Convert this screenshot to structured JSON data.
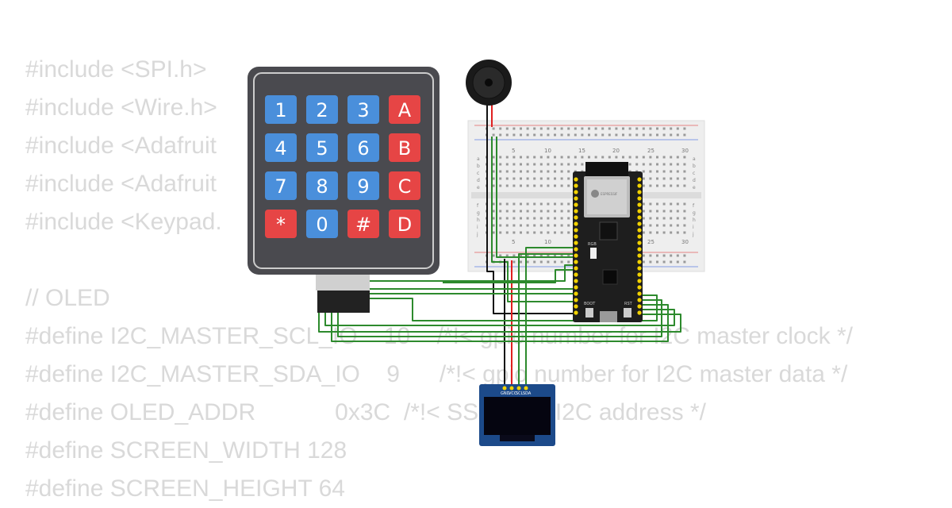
{
  "code_lines": [
    "#include <SPI.h>",
    "#include <Wire.h>",
    "#include <Adafruit",
    "#include <Adafruit",
    "#include <Keypad.",
    "",
    "// OLED",
    "#define I2C_MASTER_SCL_IO    10    /*!< gpio number for I2C master clock */",
    "#define I2C_MASTER_SDA_IO    9      /*!< gpio number for I2C master data */",
    "#define OLED_ADDR            0x3C  /*!< SSD1306 I2C address */",
    "#define SCREEN_WIDTH 128",
    "#define SCREEN_HEIGHT 64"
  ],
  "keypad": {
    "keys": [
      [
        "1",
        "2",
        "3",
        "A"
      ],
      [
        "4",
        "5",
        "6",
        "B"
      ],
      [
        "7",
        "8",
        "9",
        "C"
      ],
      [
        "*",
        "0",
        "#",
        "D"
      ]
    ]
  },
  "breadboard": {
    "column_numbers": [
      "5",
      "10",
      "15",
      "20",
      "25",
      "30"
    ],
    "row_letters_top": [
      "a",
      "b",
      "c",
      "d",
      "e"
    ],
    "row_letters_bottom": [
      "f",
      "g",
      "h",
      "i",
      "j"
    ]
  },
  "oled": {
    "pins": [
      "GND",
      "VCC",
      "SCL",
      "SDA"
    ]
  },
  "mcu": {
    "brand": "ESPRESSIF",
    "led_label": "RGB",
    "boot_label": "BOOT",
    "rst_label": "RST"
  },
  "colors": {
    "code_text": "#d9d9d9",
    "keypad_body": "#4a4a4f",
    "key_blue": "#4a8fdb",
    "key_red": "#e64545",
    "breadboard": "#eeeeee",
    "wire_green": "#2d8a2d",
    "wire_red": "#e02020",
    "wire_black": "#111111",
    "mcu_board": "#1e1e1e",
    "pin_yellow": "#f2d200",
    "oled_pcb": "#1c4a8a",
    "oled_screen": "#050510"
  }
}
